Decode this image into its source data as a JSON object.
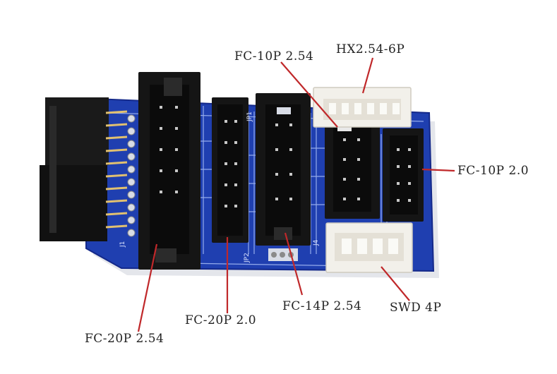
{
  "labels": {
    "fc10p_254": "FC-10P 2.54",
    "hx254_6p": "HX2.54-6P",
    "fc10p_20": "FC-10P 2.0",
    "fc20p_254": "FC-20P 2.54",
    "fc20p_20": "FC-20P 2.0",
    "fc14p_254": "FC-14P 2.54",
    "swd_4p": "SWD 4P"
  },
  "board_silkscreen": {
    "j1": "J1",
    "jp1": "JP1",
    "jp2": "JP2",
    "j4": "J4"
  },
  "colors": {
    "board": "#1f3fb0",
    "board_edge": "#14298a",
    "connector": "#151515",
    "pin": "#e0c070",
    "jst": "#f2f0ea",
    "callout": "#c0282a"
  }
}
